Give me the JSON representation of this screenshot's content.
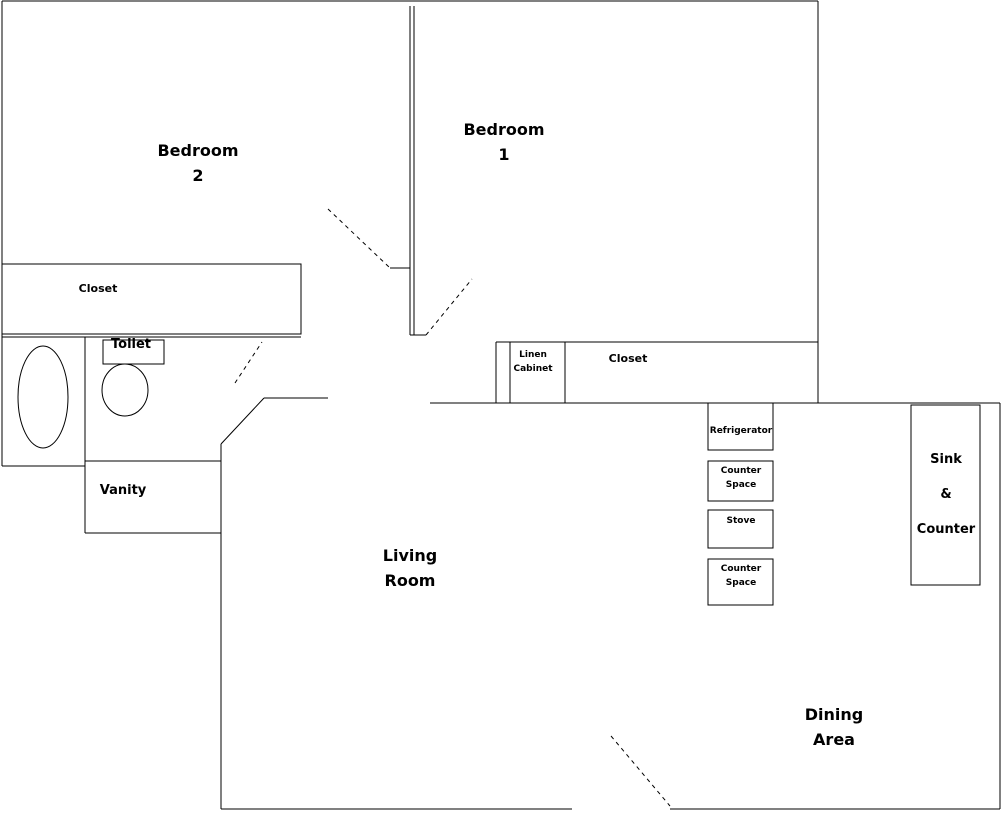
{
  "rooms": {
    "bedroom2": {
      "line1": "Bedroom",
      "line2": "2"
    },
    "bedroom1": {
      "line1": "Bedroom",
      "line2": "1"
    },
    "closet_bedroom2": "Closet",
    "toilet": "Toilet",
    "vanity": "Vanity",
    "linen_cabinet": {
      "line1": "Linen",
      "line2": "Cabinet"
    },
    "closet_bedroom1": "Closet",
    "refrigerator": "Refrigerator",
    "counter_space_1": {
      "line1": "Counter",
      "line2": "Space"
    },
    "stove": "Stove",
    "counter_space_2": {
      "line1": "Counter",
      "line2": "Space"
    },
    "sink_counter": {
      "line1": "Sink",
      "line2": "&",
      "line3": "Counter"
    },
    "living_room": {
      "line1": "Living",
      "line2": "Room"
    },
    "dining_area": {
      "line1": "Dining",
      "line2": "Area"
    }
  }
}
